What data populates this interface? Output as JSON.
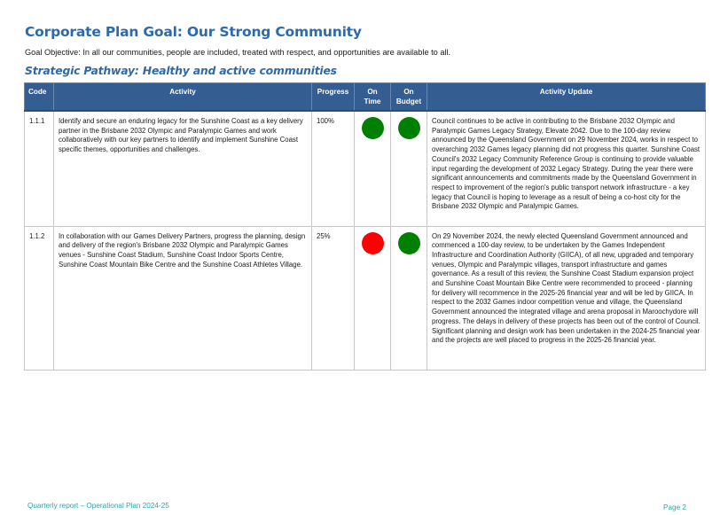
{
  "document": {
    "goal_title": "Corporate Plan Goal: Our Strong Community",
    "goal_objective": "Goal Objective: In all our communities, people are included, treated with respect, and opportunities are available to all.",
    "pathway_title": "Strategic Pathway: Healthy and active communities"
  },
  "table": {
    "headers": {
      "code": "Code",
      "activity": "Activity",
      "progress": "Progress",
      "on_time": "On Time",
      "on_budget": "On Budget",
      "update": "Activity Update"
    },
    "status_colors": {
      "green": "#008000",
      "red": "#ff0000"
    },
    "rows": [
      {
        "code": "1.1.1",
        "activity": "Identify and secure an enduring legacy for the Sunshine Coast as a key delivery partner in the Brisbane 2032 Olympic and Paralympic Games and work collaboratively with our key partners to identify and implement Sunshine Coast specific themes, opportunities and challenges.",
        "progress": "100%",
        "on_time": "green",
        "on_budget": "green",
        "update": "Council continues to be active in contributing to the Brisbane 2032 Olympic and Paralympic Games Legacy Strategy, Elevate 2042. Due to the 100-day review announced by the Queensland Government on 29 November 2024, works in respect to overarching 2032 Games legacy planning did not progress this quarter. Sunshine Coast Council's 2032 Legacy Community Reference Group is continuing to provide valuable input regarding the development of 2032 Legacy Strategy. During the year there were significant announcements and commitments made by the Queensland Government in respect to improvement of the region's public transport network infrastructure - a key legacy that Council is hoping to leverage as a result of being a co-host city for the Brisbane 2032 Olympic and Paralympic Games."
      },
      {
        "code": "1.1.2",
        "activity": "In collaboration with our Games Delivery Partners, progress the planning, design and delivery of the region's Brisbane 2032 Olympic and Paralympic Games venues - Sunshine Coast Stadium, Sunshine Coast Indoor Sports Centre, Sunshine Coast Mountain Bike Centre and the Sunshine Coast Athletes Village.",
        "progress": "25%",
        "on_time": "red",
        "on_budget": "green",
        "update": "On 29 November 2024, the newly elected Queensland Government announced and commenced a 100-day review, to be undertaken by the Games Independent Infrastructure and Coordination Authority (GIICA), of all new, upgraded and temporary venues, Olympic and Paralympic villages, transport infrastructure and games governance. As a result of this review, the Sunshine Coast Stadium expansion project and Sunshine Coast Mountain Bike Centre were recommended to proceed - planning for delivery will recommence in the 2025-26 financial year and will be led by GIICA. In respect to the 2032 Games indoor competition venue and village, the Queensland Government announced the integrated village and arena proposal in Maroochydore will progress. The delays in delivery of these projects has been out of the control of Council. Significant planning and design work has been undertaken in the 2024-25 financial year and the projects are well placed to progress in the 2025-26 financial year."
      }
    ]
  },
  "footer": {
    "report_name": "Quarterly report – Operational Plan 2024-25",
    "page_label": "Page 2"
  }
}
